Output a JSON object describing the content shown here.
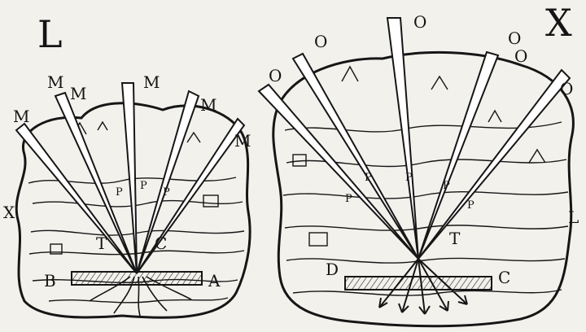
{
  "left_panel": {
    "corner_letter": "L",
    "rays": [
      "M",
      "M",
      "M",
      "M",
      "M",
      "M"
    ],
    "inner_letters": [
      "P",
      "P",
      "P"
    ],
    "side_letter": "X",
    "point_letters": [
      "T",
      "C"
    ],
    "base_letters": [
      "B",
      "A"
    ]
  },
  "right_panel": {
    "corner_letter": "X",
    "rays": [
      "O",
      "O",
      "O",
      "O",
      "O",
      "O"
    ],
    "inner_letters": [
      "P",
      "P",
      "P",
      "P",
      "P"
    ],
    "side_letter": "L",
    "point_letters": [
      "T"
    ],
    "base_letters": [
      "D",
      "C"
    ]
  }
}
